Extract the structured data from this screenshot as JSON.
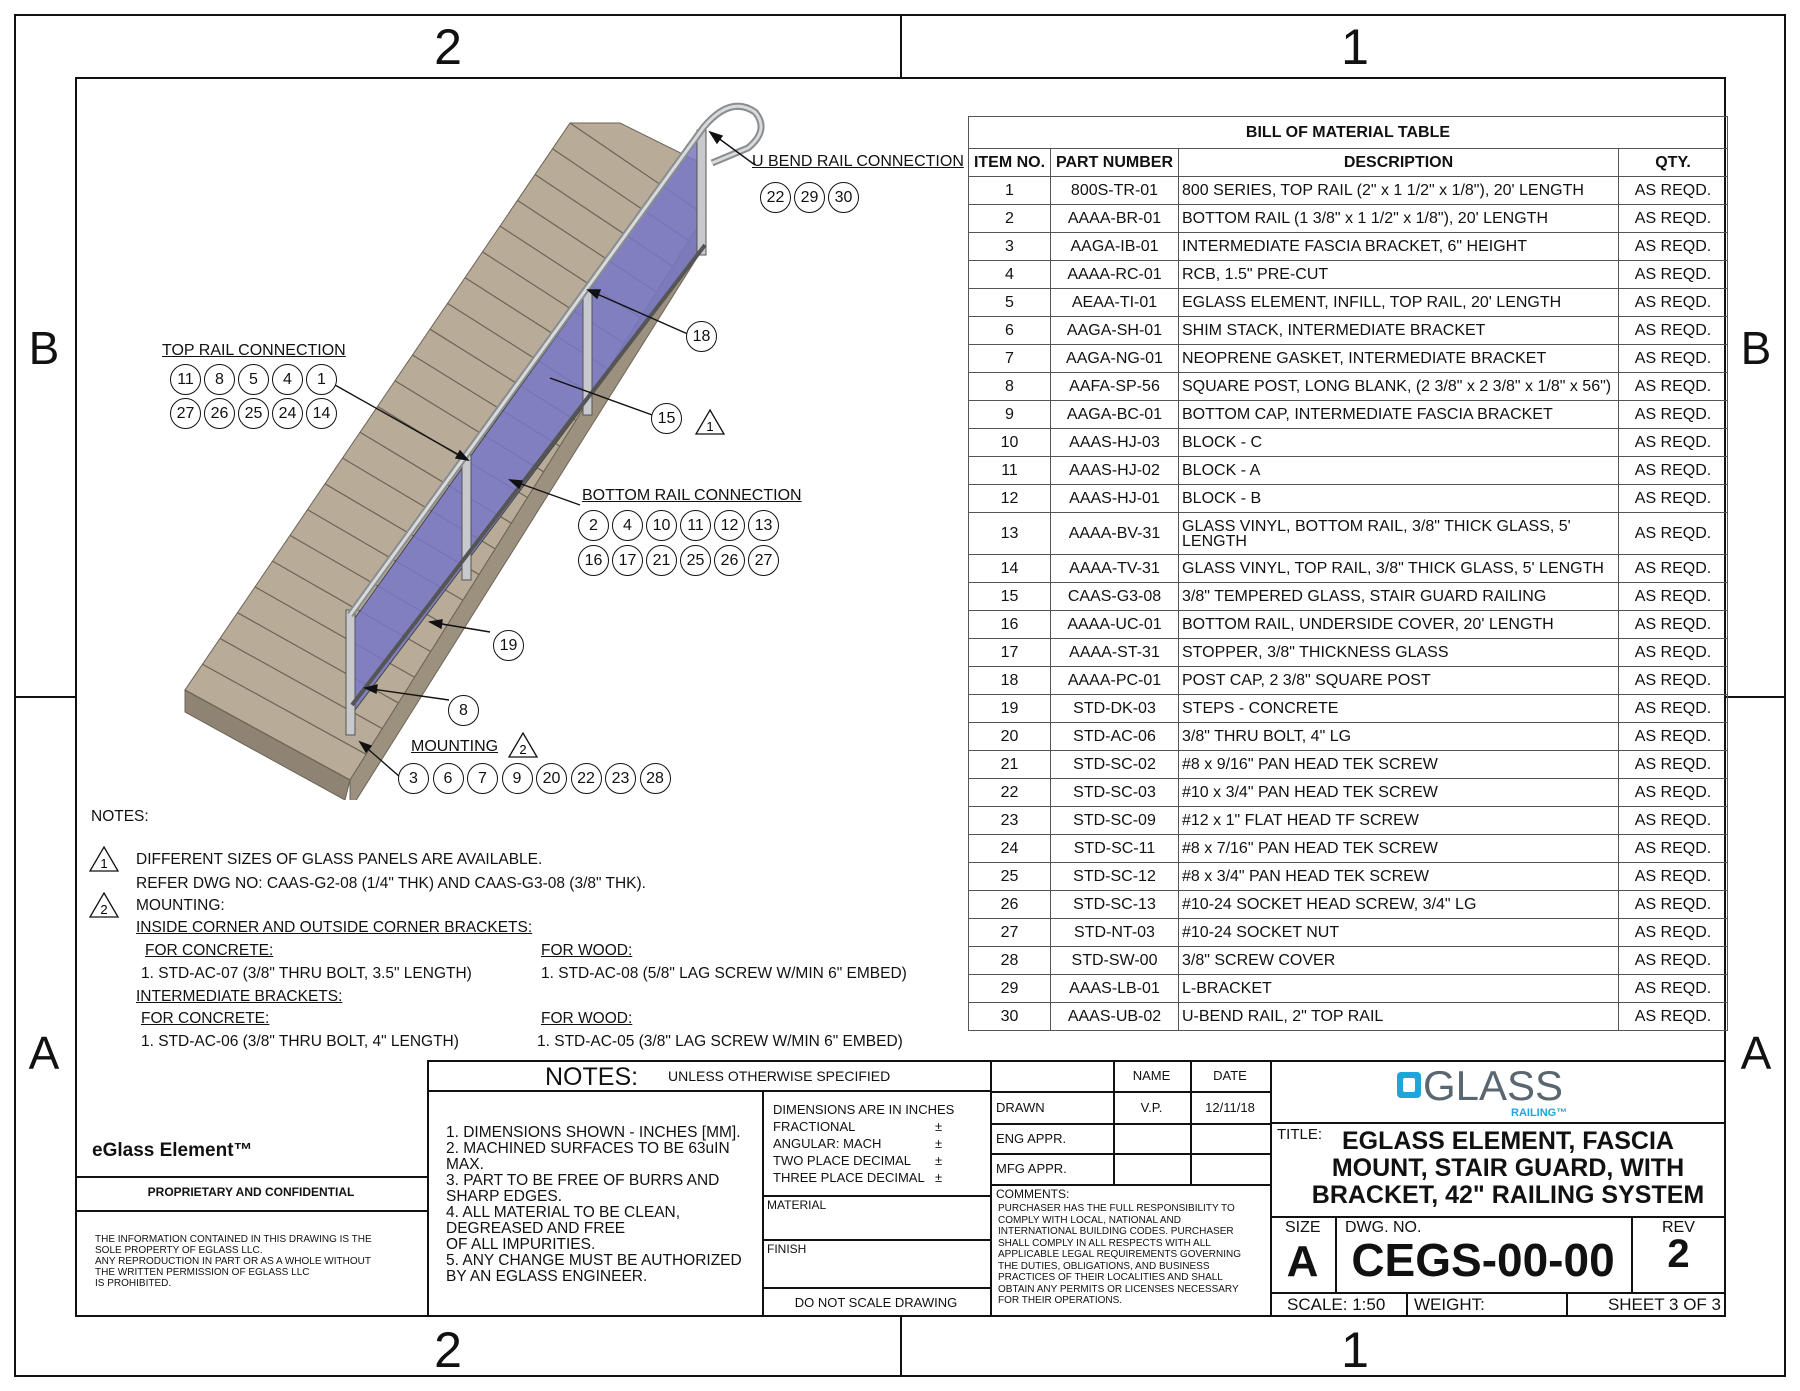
{
  "zones": {
    "top": [
      "2",
      "1"
    ],
    "bottom": [
      "2",
      "1"
    ],
    "left": [
      "B",
      "A"
    ],
    "right": [
      "B",
      "A"
    ]
  },
  "bom": {
    "title": "BILL OF MATERIAL TABLE",
    "headers": [
      "ITEM NO.",
      "PART NUMBER",
      "DESCRIPTION",
      "QTY."
    ],
    "rows": [
      [
        "1",
        "800S-TR-01",
        "800 SERIES, TOP RAIL (2\" x 1 1/2\" x 1/8\"), 20' LENGTH",
        "AS REQD."
      ],
      [
        "2",
        "AAAA-BR-01",
        "BOTTOM RAIL (1 3/8\" x 1 1/2\" x 1/8\"), 20' LENGTH",
        "AS REQD."
      ],
      [
        "3",
        "AAGA-IB-01",
        "INTERMEDIATE FASCIA BRACKET,  6\" HEIGHT",
        "AS REQD."
      ],
      [
        "4",
        "AAAA-RC-01",
        "RCB, 1.5\" PRE-CUT",
        "AS REQD."
      ],
      [
        "5",
        "AEAA-TI-01",
        "EGLASS ELEMENT, INFILL, TOP RAIL, 20' LENGTH",
        "AS REQD."
      ],
      [
        "6",
        "AAGA-SH-01",
        "SHIM STACK, INTERMEDIATE BRACKET",
        "AS REQD."
      ],
      [
        "7",
        "AAGA-NG-01",
        "NEOPRENE GASKET, INTERMEDIATE BRACKET",
        "AS REQD."
      ],
      [
        "8",
        "AAFA-SP-56",
        "SQUARE POST, LONG BLANK, (2 3/8\" x 2 3/8\" x 1/8\" x 56\")",
        "AS REQD."
      ],
      [
        "9",
        "AAGA-BC-01",
        "BOTTOM CAP, INTERMEDIATE FASCIA BRACKET",
        "AS REQD."
      ],
      [
        "10",
        "AAAS-HJ-03",
        "BLOCK - C",
        "AS REQD."
      ],
      [
        "11",
        "AAAS-HJ-02",
        "BLOCK - A",
        "AS REQD."
      ],
      [
        "12",
        "AAAS-HJ-01",
        "BLOCK - B",
        "AS REQD."
      ],
      [
        "13",
        "AAAA-BV-31",
        "GLASS VINYL, BOTTOM RAIL, 3/8\" THICK GLASS, 5' LENGTH",
        "AS REQD."
      ],
      [
        "14",
        "AAAA-TV-31",
        "GLASS VINYL, TOP RAIL, 3/8\" THICK GLASS, 5' LENGTH",
        "AS REQD."
      ],
      [
        "15",
        "CAAS-G3-08",
        "3/8\" TEMPERED GLASS, STAIR GUARD RAILING",
        "AS REQD."
      ],
      [
        "16",
        "AAAA-UC-01",
        "BOTTOM RAIL, UNDERSIDE COVER, 20' LENGTH",
        "AS REQD."
      ],
      [
        "17",
        "AAAA-ST-31",
        "STOPPER, 3/8\" THICKNESS GLASS",
        "AS REQD."
      ],
      [
        "18",
        "AAAA-PC-01",
        "POST CAP, 2 3/8\" SQUARE POST",
        "AS REQD."
      ],
      [
        "19",
        "STD-DK-03",
        "STEPS - CONCRETE",
        "AS REQD."
      ],
      [
        "20",
        "STD-AC-06",
        "3/8\" THRU BOLT, 4\" LG",
        "AS REQD."
      ],
      [
        "21",
        "STD-SC-02",
        "#8 x 9/16\" PAN HEAD TEK SCREW",
        "AS REQD."
      ],
      [
        "22",
        "STD-SC-03",
        "#10 x 3/4\" PAN HEAD TEK SCREW",
        "AS REQD."
      ],
      [
        "23",
        "STD-SC-09",
        "#12 x 1\" FLAT HEAD TF SCREW",
        "AS REQD."
      ],
      [
        "24",
        "STD-SC-11",
        "#8 x 7/16\" PAN HEAD TEK SCREW",
        "AS REQD."
      ],
      [
        "25",
        "STD-SC-12",
        "#8 x 3/4\" PAN HEAD TEK SCREW",
        "AS REQD."
      ],
      [
        "26",
        "STD-SC-13",
        "#10-24 SOCKET HEAD SCREW, 3/4\" LG",
        "AS REQD."
      ],
      [
        "27",
        "STD-NT-03",
        "#10-24 SOCKET NUT",
        "AS REQD."
      ],
      [
        "28",
        "STD-SW-00",
        "3/8\" SCREW COVER",
        "AS REQD."
      ],
      [
        "29",
        "AAAS-LB-01",
        "L-BRACKET",
        "AS REQD."
      ],
      [
        "30",
        "AAAS-UB-02",
        "U-BEND RAIL, 2\" TOP RAIL",
        "AS REQD."
      ]
    ]
  },
  "callouts": {
    "u_bend": {
      "label": "U BEND RAIL CONNECTION",
      "items": [
        "22",
        "29",
        "30"
      ]
    },
    "top_rail": {
      "label": "TOP RAIL CONNECTION",
      "row1": [
        "11",
        "8",
        "5",
        "4",
        "1"
      ],
      "row2": [
        "27",
        "26",
        "25",
        "24",
        "14"
      ]
    },
    "bottom_rail": {
      "label": "BOTTOM RAIL CONNECTION",
      "row1": [
        "2",
        "4",
        "10",
        "11",
        "12",
        "13"
      ],
      "row2": [
        "16",
        "17",
        "21",
        "25",
        "26",
        "27"
      ]
    },
    "mounting": {
      "label": "MOUNTING",
      "flag": "2",
      "items": [
        "3",
        "6",
        "7",
        "9",
        "20",
        "22",
        "23",
        "28"
      ]
    },
    "singles": {
      "post_cap": "18",
      "glass": "15",
      "glass_flag": "1",
      "steps": "19",
      "post": "8"
    }
  },
  "notes": {
    "heading": "NOTES:",
    "flag1": "1",
    "line1": "DIFFERENT SIZES OF GLASS PANELS ARE AVAILABLE.",
    "line2": "REFER DWG NO: CAAS-G2-08 (1/4\" THK) AND CAAS-G3-08 (3/8\" THK).",
    "flag2": "2",
    "line3": "MOUNTING:",
    "corner_heading": "INSIDE CORNER AND OUTSIDE CORNER BRACKETS:",
    "corner_concrete_h": "FOR CONCRETE:",
    "corner_concrete": "1. STD-AC-07 (3/8\" THRU BOLT, 3.5\" LENGTH)",
    "corner_wood_h": "FOR WOOD:",
    "corner_wood": "1. STD-AC-08 (5/8\" LAG SCREW W/MIN 6\" EMBED)",
    "inter_heading": "INTERMEDIATE BRACKETS:",
    "inter_concrete_h": "FOR CONCRETE:",
    "inter_concrete": "1. STD-AC-06 (3/8\" THRU BOLT, 4\" LENGTH)",
    "inter_wood_h": "FOR WOOD:",
    "inter_wood": "1. STD-AC-05 (3/8\" LAG SCREW W/MIN 6\" EMBED)"
  },
  "title_block": {
    "product": "eGlass Element™",
    "proprietary": "PROPRIETARY AND CONFIDENTIAL",
    "legal": [
      "THE INFORMATION CONTAINED IN THIS DRAWING IS THE",
      "SOLE PROPERTY OF EGLASS LLC.",
      "ANY REPRODUCTION IN PART OR AS A WHOLE WITHOUT",
      "THE WRITTEN PERMISSION OF EGLASS LLC",
      "IS PROHIBITED."
    ],
    "notes_title": "NOTES:",
    "notes_sub": "UNLESS OTHERWISE SPECIFIED",
    "notes_lines": [
      "1. DIMENSIONS SHOWN - INCHES [MM].",
      "2. MACHINED SURFACES TO BE 63uIN",
      "MAX.",
      "3. PART TO BE FREE OF BURRS AND",
      "SHARP EDGES.",
      "4. ALL MATERIAL TO BE CLEAN,",
      "DEGREASED AND FREE",
      "OF ALL IMPURITIES.",
      "5. ANY CHANGE MUST BE AUTHORIZED",
      "BY AN EGLASS ENGINEER."
    ],
    "dims_title": "DIMENSIONS ARE IN INCHES",
    "dims": [
      [
        "FRACTIONAL",
        "±"
      ],
      [
        "ANGULAR: MACH",
        "±"
      ],
      [
        "TWO PLACE DECIMAL",
        "±"
      ],
      [
        "THREE PLACE DECIMAL",
        "±"
      ]
    ],
    "material": "MATERIAL",
    "finish": "FINISH",
    "do_not_scale": "DO NOT SCALE DRAWING",
    "name_h": "NAME",
    "date_h": "DATE",
    "drawn": "DRAWN",
    "drawn_name": "V.P.",
    "drawn_date": "12/11/18",
    "eng": "ENG APPR.",
    "mfg": "MFG APPR.",
    "comments_h": "COMMENTS:",
    "comments": [
      "PURCHASER HAS THE FULL RESPONSIBILITY TO",
      "COMPLY WITH LOCAL, NATIONAL AND",
      "INTERNATIONAL BUILDING CODES. PURCHASER",
      "SHALL COMPLY IN ALL RESPECTS WITH ALL",
      "APPLICABLE LEGAL REQUIREMENTS GOVERNING",
      "THE DUTIES, OBLIGATIONS, AND BUSINESS",
      "PRACTICES OF THEIR LOCALITIES AND SHALL",
      "OBTAIN ANY PERMITS OR LICENSES NECESSARY",
      "FOR THEIR OPERATIONS."
    ],
    "logo_main": "GLASS",
    "logo_sub": "RAILING™",
    "title_h": "TITLE:",
    "title_lines": [
      "EGLASS ELEMENT, FASCIA",
      "MOUNT, STAIR GUARD, WITH",
      "BRACKET,  42\" RAILING SYSTEM"
    ],
    "size_h": "SIZE",
    "size": "A",
    "dwg_h": "DWG.  NO.",
    "dwg": "CEGS-00-00",
    "rev_h": "REV",
    "rev": "2",
    "scale": "SCALE: 1:50",
    "weight": "WEIGHT:",
    "sheet": "SHEET 3 OF 3"
  },
  "colors": {
    "concrete": "#b8ab98",
    "concrete_dark": "#8f8474",
    "glass": "#7777c6",
    "logo_blue": "#1fa6d8",
    "logo_gray": "#5a6670"
  }
}
